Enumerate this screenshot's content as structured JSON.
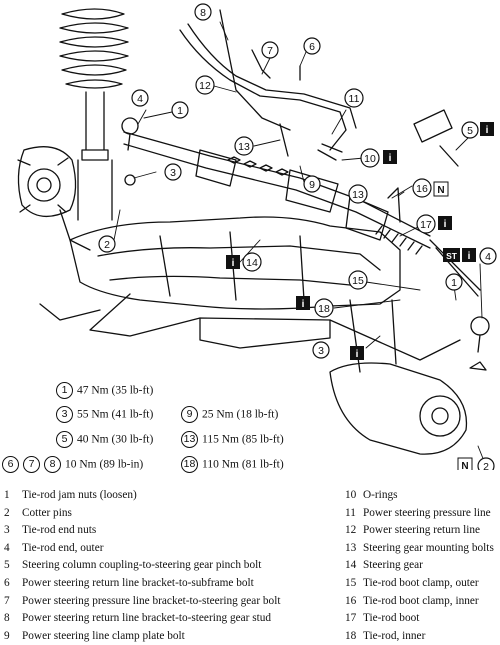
{
  "callouts": [
    "1",
    "2",
    "3",
    "4",
    "5",
    "6",
    "7",
    "8",
    "9",
    "10",
    "11",
    "12",
    "13",
    "14",
    "15",
    "16",
    "17",
    "18"
  ],
  "markers": {
    "info": "i",
    "new": "N",
    "special_tool": "ST"
  },
  "torque_specs": [
    {
      "ids": [
        "1"
      ],
      "value": "47 Nm (35 lb-ft)"
    },
    {
      "ids": [
        "3"
      ],
      "value": "55 Nm (41 lb-ft)"
    },
    {
      "ids": [
        "5"
      ],
      "value": "40 Nm (30 lb-ft)"
    },
    {
      "ids": [
        "6",
        "7",
        "8"
      ],
      "value": "10 Nm (89 lb-in)"
    },
    {
      "ids": [
        "9"
      ],
      "value": "25 Nm (18 lb-ft)"
    },
    {
      "ids": [
        "13"
      ],
      "value": "115 Nm (85 lb-ft)"
    },
    {
      "ids": [
        "18"
      ],
      "value": "110 Nm (81 lb-ft)"
    }
  ],
  "legend_left": [
    {
      "num": "1",
      "text": "Tie-rod jam nuts (loosen)"
    },
    {
      "num": "2",
      "text": "Cotter pins"
    },
    {
      "num": "3",
      "text": "Tie-rod end nuts"
    },
    {
      "num": "4",
      "text": "Tie-rod end, outer"
    },
    {
      "num": "5",
      "text": "Steering column coupling-to-steering gear pinch bolt"
    },
    {
      "num": "6",
      "text": "Power steering return line bracket-to-subframe bolt"
    },
    {
      "num": "7",
      "text": "Power steering pressure line bracket-to-steering gear bolt"
    },
    {
      "num": "8",
      "text": "Power steering return line bracket-to-steering gear stud"
    },
    {
      "num": "9",
      "text": "Power steering line clamp plate bolt"
    }
  ],
  "legend_right": [
    {
      "num": "10",
      "text": "O-rings"
    },
    {
      "num": "11",
      "text": "Power steering pressure line"
    },
    {
      "num": "12",
      "text": "Power steering return line"
    },
    {
      "num": "13",
      "text": "Steering gear mounting bolts"
    },
    {
      "num": "14",
      "text": "Steering gear"
    },
    {
      "num": "15",
      "text": "Tie-rod boot clamp, outer"
    },
    {
      "num": "16",
      "text": "Tie-rod boot clamp, inner"
    },
    {
      "num": "17",
      "text": "Tie-rod boot"
    },
    {
      "num": "18",
      "text": "Tie-rod, inner"
    }
  ]
}
